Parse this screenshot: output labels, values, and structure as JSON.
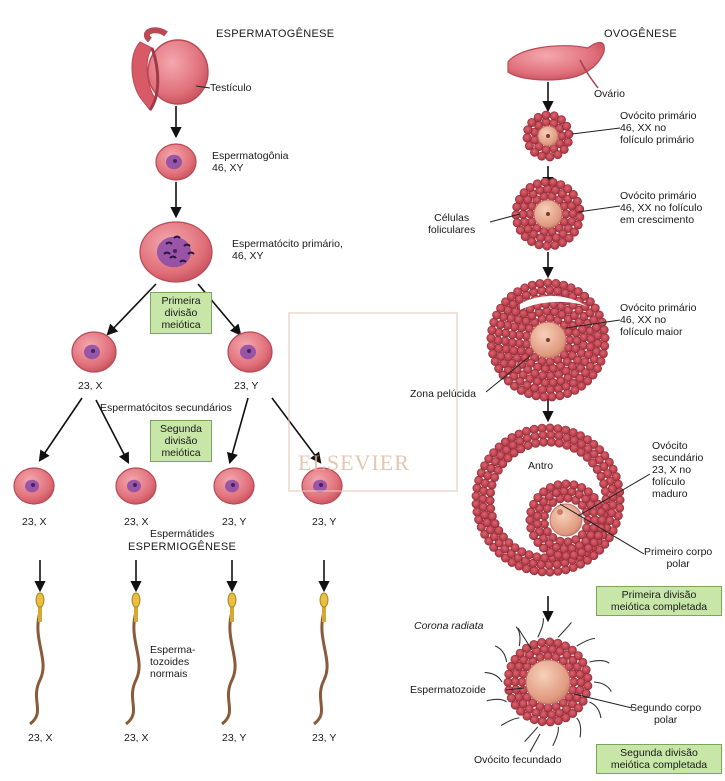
{
  "spermatogenesis": {
    "title": "ESPERMATOGÊNESE",
    "testis": "Testículo",
    "spermatogonium": "Espermatogônia\n46, XY",
    "primary_spermatocyte": "Espermatócito primário,\n46, XY",
    "first_division": "Primeira\ndivisão\nmeiótica",
    "sec_left": "23, X",
    "sec_right": "23, Y",
    "secondary_spermatocytes": "Espermatócitos secundários",
    "second_division": "Segunda\ndivisão\nmeiótica",
    "spermatid_1": "23, X",
    "spermatid_2": "23, X",
    "spermatid_3": "23, Y",
    "spermatid_4": "23, Y",
    "spermatids": "Espermátides",
    "spermiogenesis": "ESPERMIOGÊNESE",
    "normal_sperm": "Esperma-\ntozoides\nnormais",
    "sperm_1": "23, X",
    "sperm_2": "23, X",
    "sperm_3": "23, Y",
    "sperm_4": "23, Y"
  },
  "oogenesis": {
    "title": "OVOGÊNESE",
    "ovary": "Ovário",
    "oocyte_primary_follicle": "Ovócito primário\n46, XX no\nfolículo primário",
    "follicular_cells": "Células\nfoliculares",
    "oocyte_growing_follicle": "Ovócito primário\n46, XX no folículo\nem crescimento",
    "oocyte_larger_follicle": "Ovócito primário\n46, XX no\nfolículo maior",
    "zona_pellucida": "Zona pelúcida",
    "antrum": "Antro",
    "secondary_oocyte": "Ovócito\nsecundário\n23, X no\nfolículo\nmaduro",
    "first_polar_body": "Primeiro corpo\npolar",
    "first_division_completed": "Primeira divisão\nmeiótica completada",
    "corona_radiata": "Corona radiata",
    "sperm": "Espermatozoide",
    "second_polar_body": "Segundo corpo\npolar",
    "fertilized_oocyte": "Ovócito fecundado",
    "second_division_completed": "Segunda divisão\nmeiótica completada"
  },
  "watermark": "ELSEVIER",
  "colors": {
    "cell_fill": "#e0707a",
    "cell_edge": "#b84a55",
    "nucleus": "#8a4aa8",
    "follicle_cell": "#c0434f",
    "oocyte": "#e8a890",
    "box_fill": "#c8e6a8",
    "sperm_head": "#e8c040",
    "sperm_tail": "#8a5a3a"
  }
}
